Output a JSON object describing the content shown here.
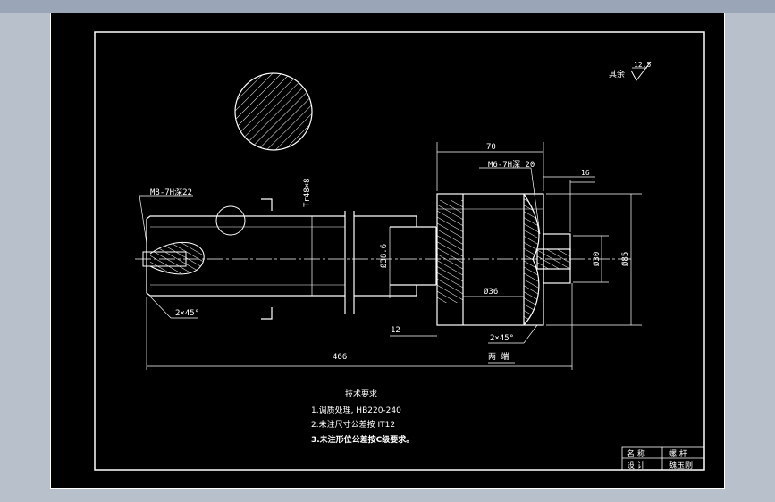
{
  "surface_finish": {
    "label": "其余",
    "value": "12.5"
  },
  "dimensions": {
    "thread_left": "M8-7H深22",
    "thread_right": "M6-7H深 20",
    "tr": "Tr48×8",
    "d38": "Ø38.6",
    "d36": "Ø36",
    "d30": "Ø30",
    "d85": "Ø85",
    "len_total": "466",
    "len_70": "70",
    "len_16": "16",
    "len_12": "12",
    "chamfer_left": "2×45°",
    "chamfer_right": "2×45°",
    "both_ends": "两 端"
  },
  "tech_requirements": {
    "title": "技术要求",
    "items": [
      "1.调质处理, HB220-240",
      "2.未注尺寸公差按 IT12",
      "3.未注形位公差按C级要求。"
    ]
  },
  "title_block": {
    "name_label": "名 称",
    "name_value": "螺 杆",
    "design_label": "设 计",
    "design_value": "魏玉刚"
  }
}
